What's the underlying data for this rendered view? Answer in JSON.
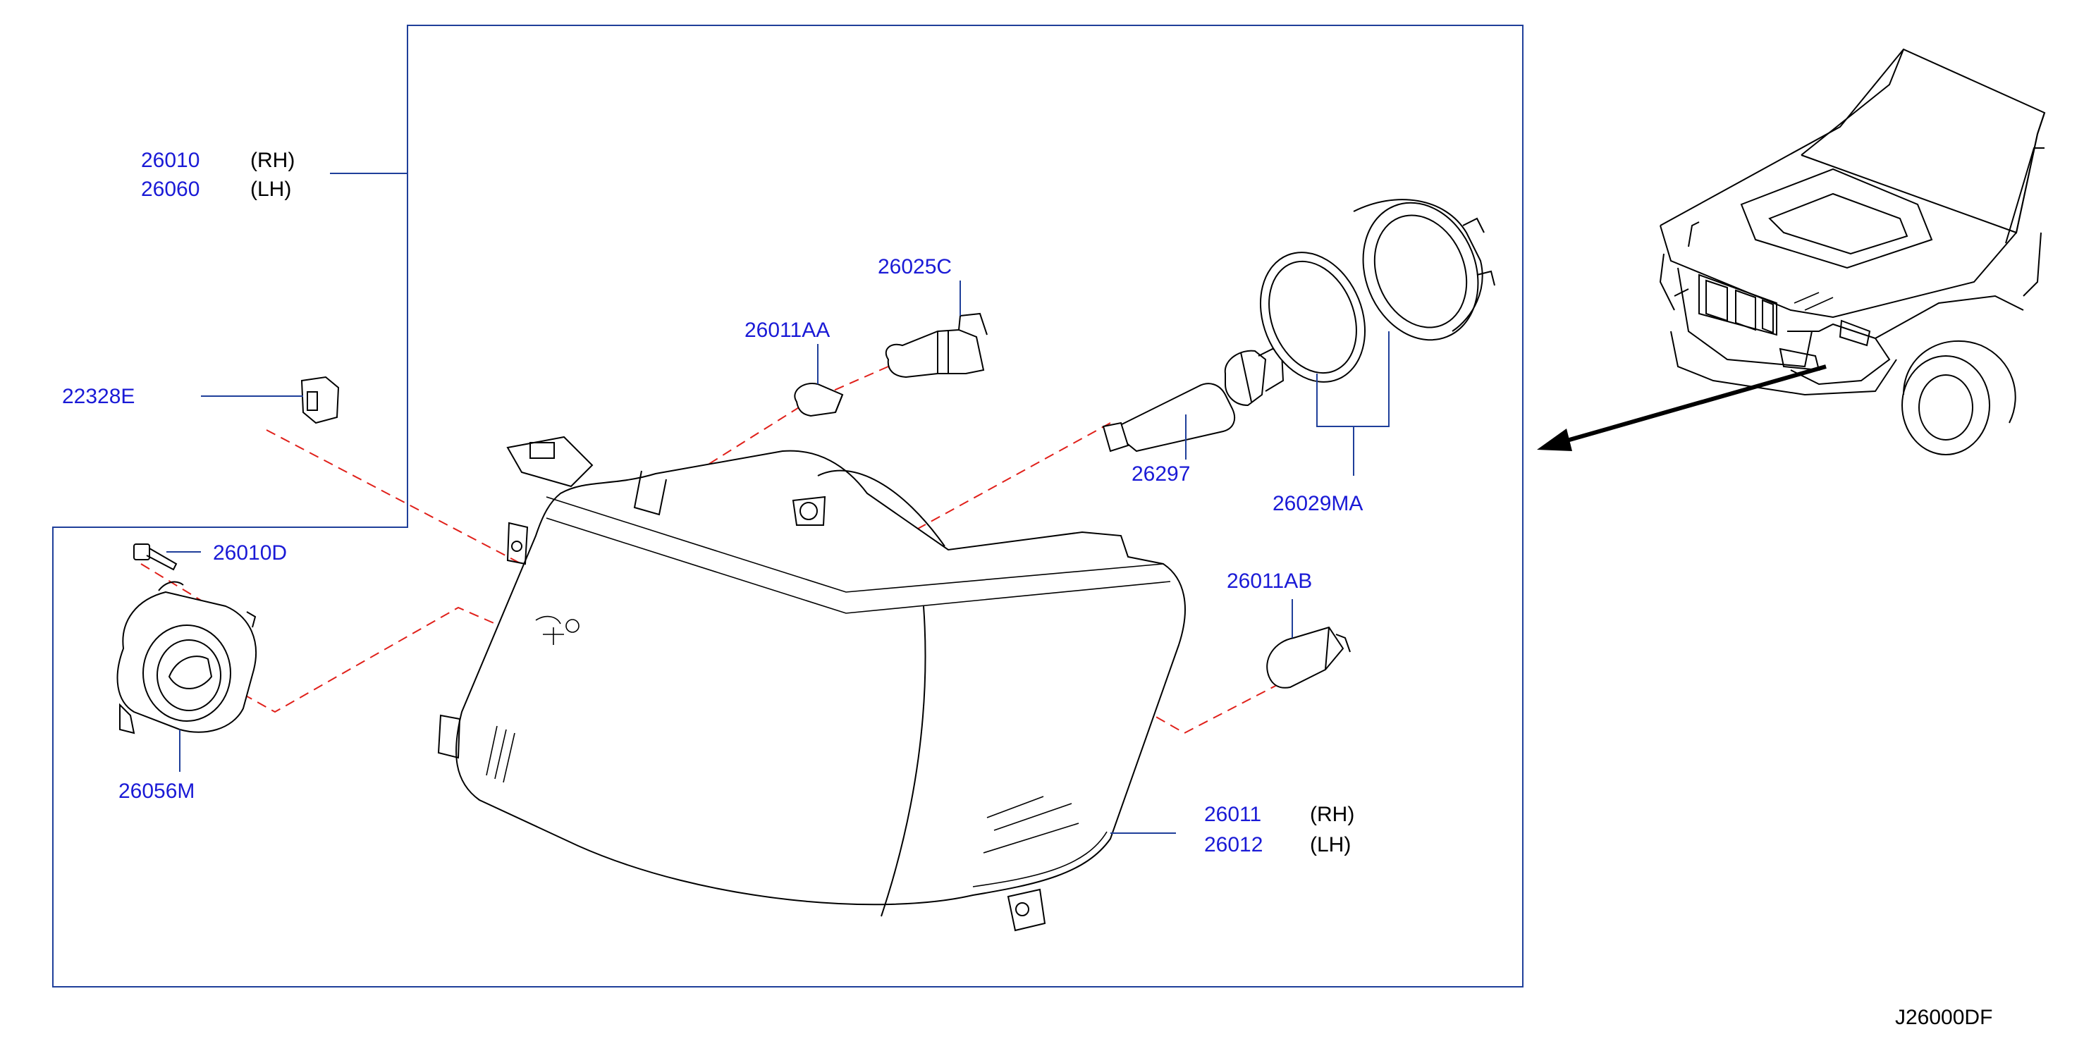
{
  "colors": {
    "part_number": "#1a1ad6",
    "frame": "#1f3f9a",
    "dashed_guide": "#e0201a",
    "outline": "#000000"
  },
  "labels": [
    {
      "id": "l26010",
      "part": "26010",
      "side": "(RH)"
    },
    {
      "id": "l26060",
      "part": "26060",
      "side": "(LH)"
    },
    {
      "id": "l26025c",
      "part": "26025C",
      "side": ""
    },
    {
      "id": "l26011aa",
      "part": "26011AA",
      "side": ""
    },
    {
      "id": "l22328e",
      "part": "22328E",
      "side": ""
    },
    {
      "id": "l26297",
      "part": "26297",
      "side": ""
    },
    {
      "id": "l26029ma",
      "part": "26029MA",
      "side": ""
    },
    {
      "id": "l26010d",
      "part": "26010D",
      "side": ""
    },
    {
      "id": "l26011ab",
      "part": "26011AB",
      "side": ""
    },
    {
      "id": "l26056m",
      "part": "26056M",
      "side": ""
    },
    {
      "id": "l26011",
      "part": "26011",
      "side": "(RH)"
    },
    {
      "id": "l26012",
      "part": "26012",
      "side": "(LH)"
    }
  ],
  "diagram_code": "J26000DF"
}
